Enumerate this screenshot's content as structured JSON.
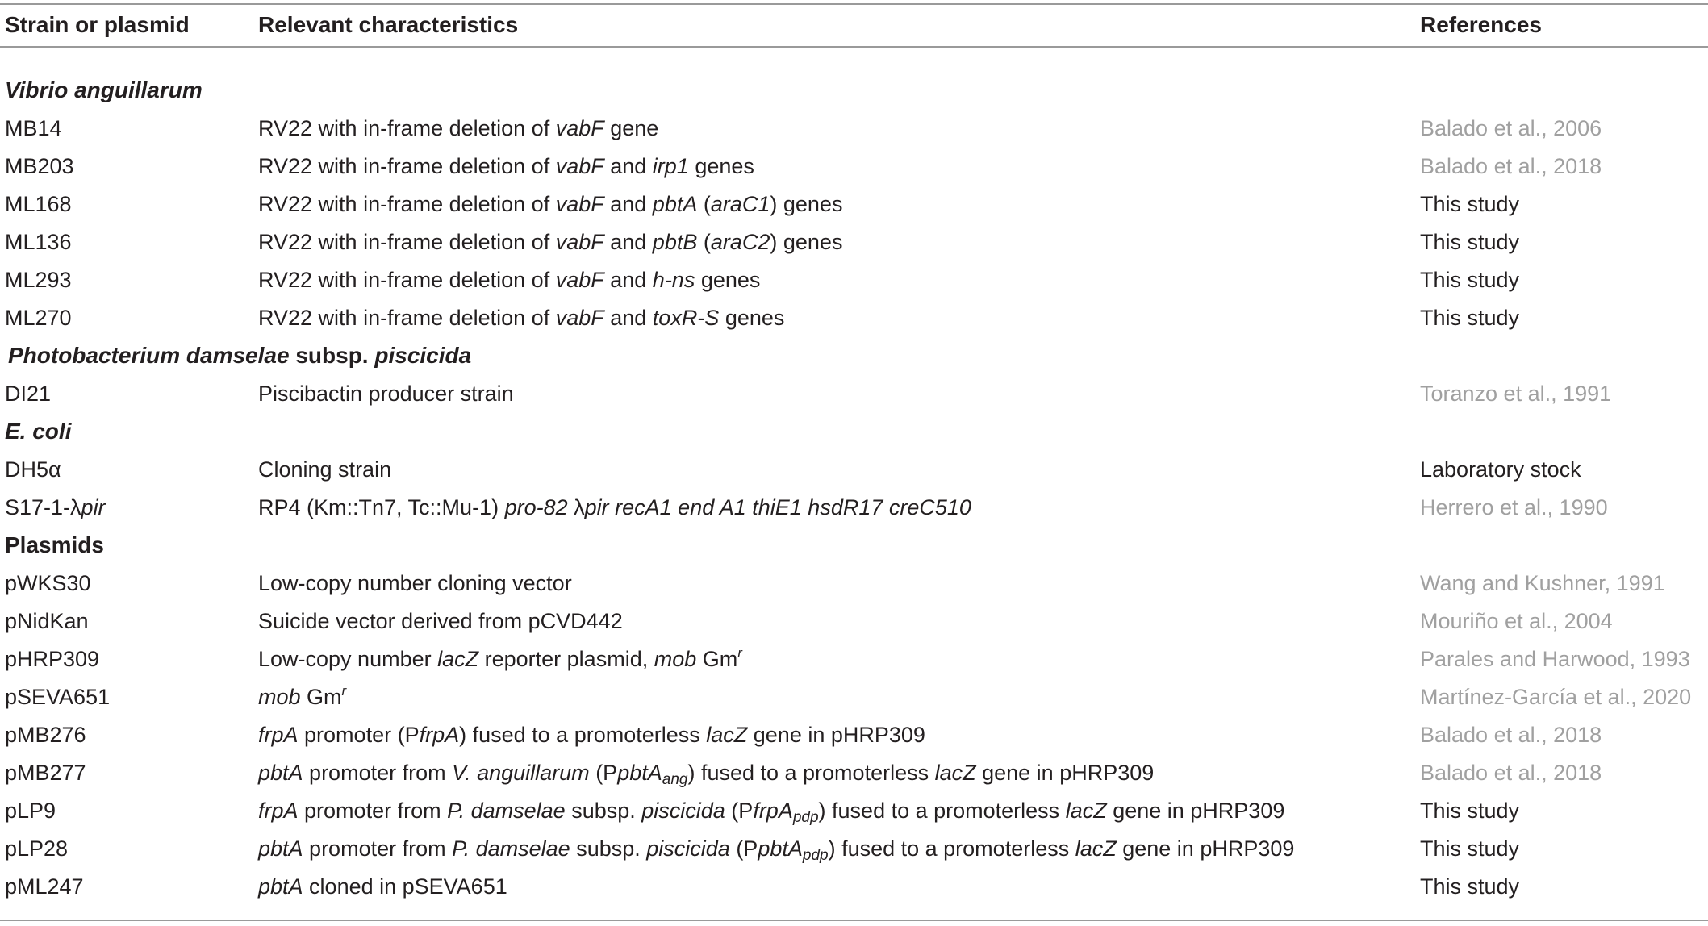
{
  "header": {
    "col1": "Strain or plasmid",
    "col2": "Relevant characteristics",
    "col3": "References"
  },
  "sections": {
    "vibrio": "Vibrio anguillarum",
    "photo_a": "Photobacterium damselae",
    "photo_b": " subsp. ",
    "photo_c": "piscicida",
    "ecoli": "E. coli",
    "plasmids": "Plasmids"
  },
  "rows": {
    "mb14": {
      "name": "MB14",
      "d1": "RV22 with in-frame deletion of ",
      "d2": "vabF",
      "d3": " gene",
      "ref": "Balado et al., 2006"
    },
    "mb203": {
      "name": "MB203",
      "d1": "RV22 with in-frame deletion of ",
      "d2": "vabF",
      "d3": " and ",
      "d4": "irp1",
      "d5": " genes",
      "ref": "Balado et al., 2018"
    },
    "ml168": {
      "name": "ML168",
      "d1": "RV22 with in-frame deletion of ",
      "d2": "vabF",
      "d3": " and ",
      "d4": "pbtA",
      "d5": " (",
      "d6": "araC1",
      "d7": ") genes",
      "ref": "This study"
    },
    "ml136": {
      "name": "ML136",
      "d1": "RV22 with in-frame deletion of ",
      "d2": "vabF",
      "d3": " and ",
      "d4": "pbtB",
      "d5": " (",
      "d6": "araC2",
      "d7": ") genes",
      "ref": "This study"
    },
    "ml293": {
      "name": "ML293",
      "d1": "RV22 with in-frame deletion of ",
      "d2": "vabF",
      "d3": " and ",
      "d4": "h-ns",
      "d5": " genes",
      "ref": "This study"
    },
    "ml270": {
      "name": "ML270",
      "d1": "RV22 with in-frame deletion of ",
      "d2": "vabF",
      "d3": " and ",
      "d4": "toxR-S",
      "d5": " genes",
      "ref": "This study"
    },
    "di21": {
      "name": "DI21",
      "d1": "Piscibactin producer strain",
      "ref": "Toranzo et al., 1991"
    },
    "dh5a": {
      "name": "DH5α",
      "d1": "Cloning strain",
      "ref": "Laboratory stock"
    },
    "s17": {
      "name_a": "S17-1-λ",
      "name_b": "pir",
      "d1": "RP4 (Km::Tn7, Tc::Mu-1) ",
      "d2": "pro-82",
      "d3": " λ",
      "d4": "pir recA1 end A1 thiE1 hsdR17 creC510",
      "ref": "Herrero et al., 1990"
    },
    "pwks30": {
      "name": "pWKS30",
      "d1": "Low-copy number cloning vector",
      "ref": "Wang and Kushner, 1991"
    },
    "pnidkan": {
      "name": "pNidKan",
      "d1": "Suicide vector derived from pCVD442",
      "ref": "Mouriño et al., 2004"
    },
    "phrp309": {
      "name": "pHRP309",
      "d1": "Low-copy number ",
      "d2": "lacZ",
      "d3": " reporter plasmid, ",
      "d4": "mob",
      "d5": " Gm",
      "d6": "r",
      "ref": "Parales and Harwood, 1993"
    },
    "pseva651": {
      "name": "pSEVA651",
      "d1": "mob",
      "d2": " Gm",
      "d3": "r",
      "ref": "Martínez-García et al., 2020"
    },
    "pmb276": {
      "name": "pMB276",
      "d1": "frpA",
      "d2": " promoter (P",
      "d3": "frpA",
      "d4": ") fused to a promoterless ",
      "d5": "lacZ",
      "d6": " gene in pHRP309",
      "ref": "Balado et al., 2018"
    },
    "pmb277": {
      "name": "pMB277",
      "d1": "pbtA",
      "d2": " promoter from ",
      "d3": "V. anguillarum",
      "d4": " (P",
      "d5": "pbtA",
      "d6": "ang",
      "d7": ") fused to a promoterless ",
      "d8": "lacZ",
      "d9": " gene in pHRP309",
      "ref": "Balado et al., 2018"
    },
    "plp9": {
      "name": "pLP9",
      "d1": "frpA",
      "d2": " promoter from ",
      "d3": "P. damselae",
      "d4": " subsp. ",
      "d5": "piscicida",
      "d6": " (P",
      "d7": "frpA",
      "d8": "pdp",
      "d9": ") fused to a promoterless ",
      "d10": "lacZ",
      "d11": " gene in pHRP309",
      "ref": "This study"
    },
    "plp28": {
      "name": "pLP28",
      "d1": "pbtA",
      "d2": " promoter from ",
      "d3": "P. damselae",
      "d4": " subsp. ",
      "d5": "piscicida",
      "d6": " (P",
      "d7": "pbtA",
      "d8": "pdp",
      "d9": ") fused to a promoterless ",
      "d10": "lacZ",
      "d11": " gene in pHRP309",
      "ref": "This study"
    },
    "pml247": {
      "name": "pML247",
      "d1": "pbtA",
      "d2": " cloned in pSEVA651",
      "ref": "This study"
    }
  }
}
